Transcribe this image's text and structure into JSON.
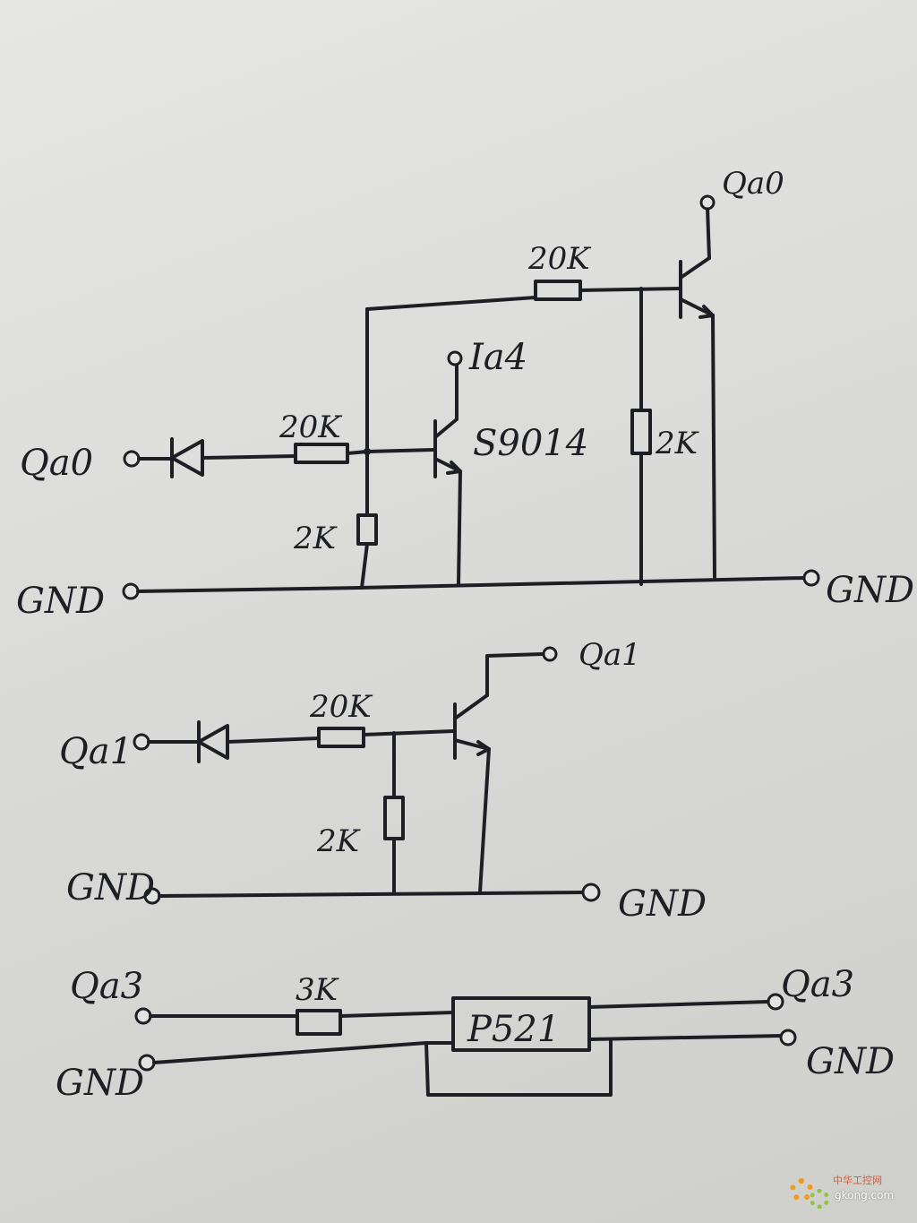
{
  "circuit1": {
    "output_label": "Qa0",
    "input_label": "Qa0",
    "series_resistor_top": "20K",
    "series_resistor_in": "20K",
    "transistor_collector_label": "Ia4",
    "transistor_model": "S9014",
    "pulldown_left": "2K",
    "pulldown_right": "2K",
    "gnd_left": "GND",
    "gnd_right": "GND"
  },
  "circuit2": {
    "output_label": "Qa1",
    "input_label": "Qa1",
    "series_resistor": "20K",
    "pulldown": "2K",
    "gnd_left": "GND",
    "gnd_right": "GND"
  },
  "circuit3": {
    "input_label": "Qa3",
    "series_resistor": "3K",
    "module_label": "P521",
    "output_label": "Qa3",
    "gnd_left": "GND",
    "gnd_right": "GND"
  },
  "watermark": {
    "site_cn": "中华工控网",
    "url": "gkong.com"
  },
  "colors": {
    "ink": "#1d1f24",
    "paper": "#dcdcda"
  }
}
